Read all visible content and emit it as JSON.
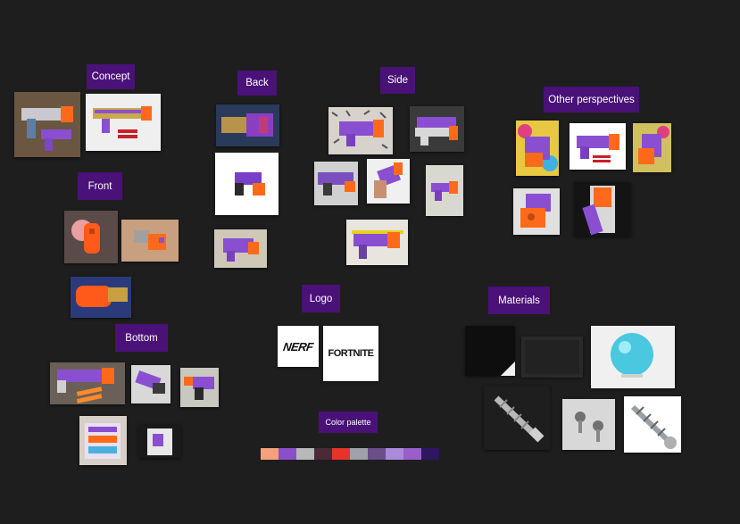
{
  "board": {
    "sections": {
      "concept": "Concept",
      "back": "Back",
      "side": "Side",
      "other": "Other perspectives",
      "front": "Front",
      "bottom": "Bottom",
      "logo": "Logo",
      "materials": "Materials",
      "palette": "Color palette"
    },
    "logos": {
      "nerf": "NERF",
      "fortnite": "FORTNITE"
    },
    "palette_colors": [
      "#f4a07a",
      "#8a4fc8",
      "#b8b8b8",
      "#4a2a38",
      "#e8322a",
      "#a0a0a8",
      "#6a4e8a",
      "#a98adc",
      "#9a5ec8",
      "#2e1660"
    ]
  }
}
